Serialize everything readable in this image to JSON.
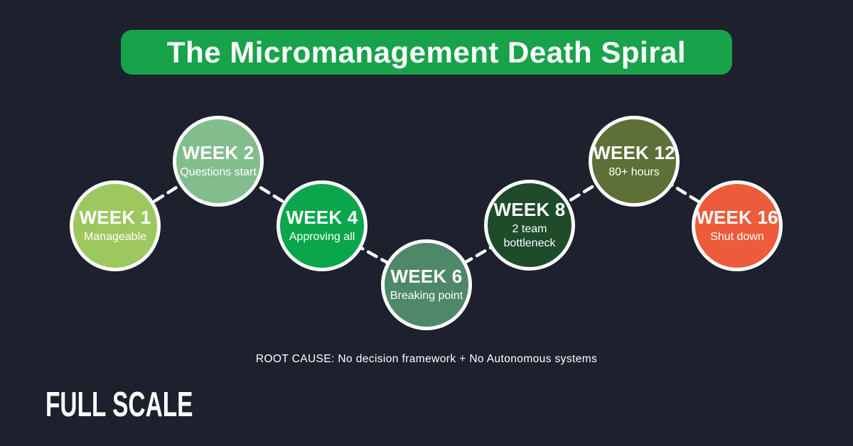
{
  "colors": {
    "background": "#1d212e",
    "banner_green": "#18a24a",
    "connector_white": "#ffffff",
    "text_white": "#ffffff"
  },
  "banner": {
    "title": "The Micromanagement Death Spiral",
    "background": "#18a24a"
  },
  "nodes": [
    {
      "label": "WEEK 1",
      "sublabel": "Manageable",
      "color": "#9cc85f"
    },
    {
      "label": "WEEK 2",
      "sublabel": "Questions start",
      "color": "#82bd8e"
    },
    {
      "label": "WEEK 4",
      "sublabel": "Approving all",
      "color": "#0aa64b"
    },
    {
      "label": "WEEK 6",
      "sublabel": "Breaking point",
      "color": "#4f8769"
    },
    {
      "label": "WEEK 8",
      "sublabel": "2 team bottleneck",
      "color": "#1f4b2b"
    },
    {
      "label": "WEEK 12",
      "sublabel": "80+ hours",
      "color": "#5c7037"
    },
    {
      "label": "WEEK 16",
      "sublabel": "Shut down",
      "color": "#ee5b3a"
    }
  ],
  "root_cause": "ROOT CAUSE: No decision framework + No Autonomous systems",
  "logo": "FULL SCALE"
}
